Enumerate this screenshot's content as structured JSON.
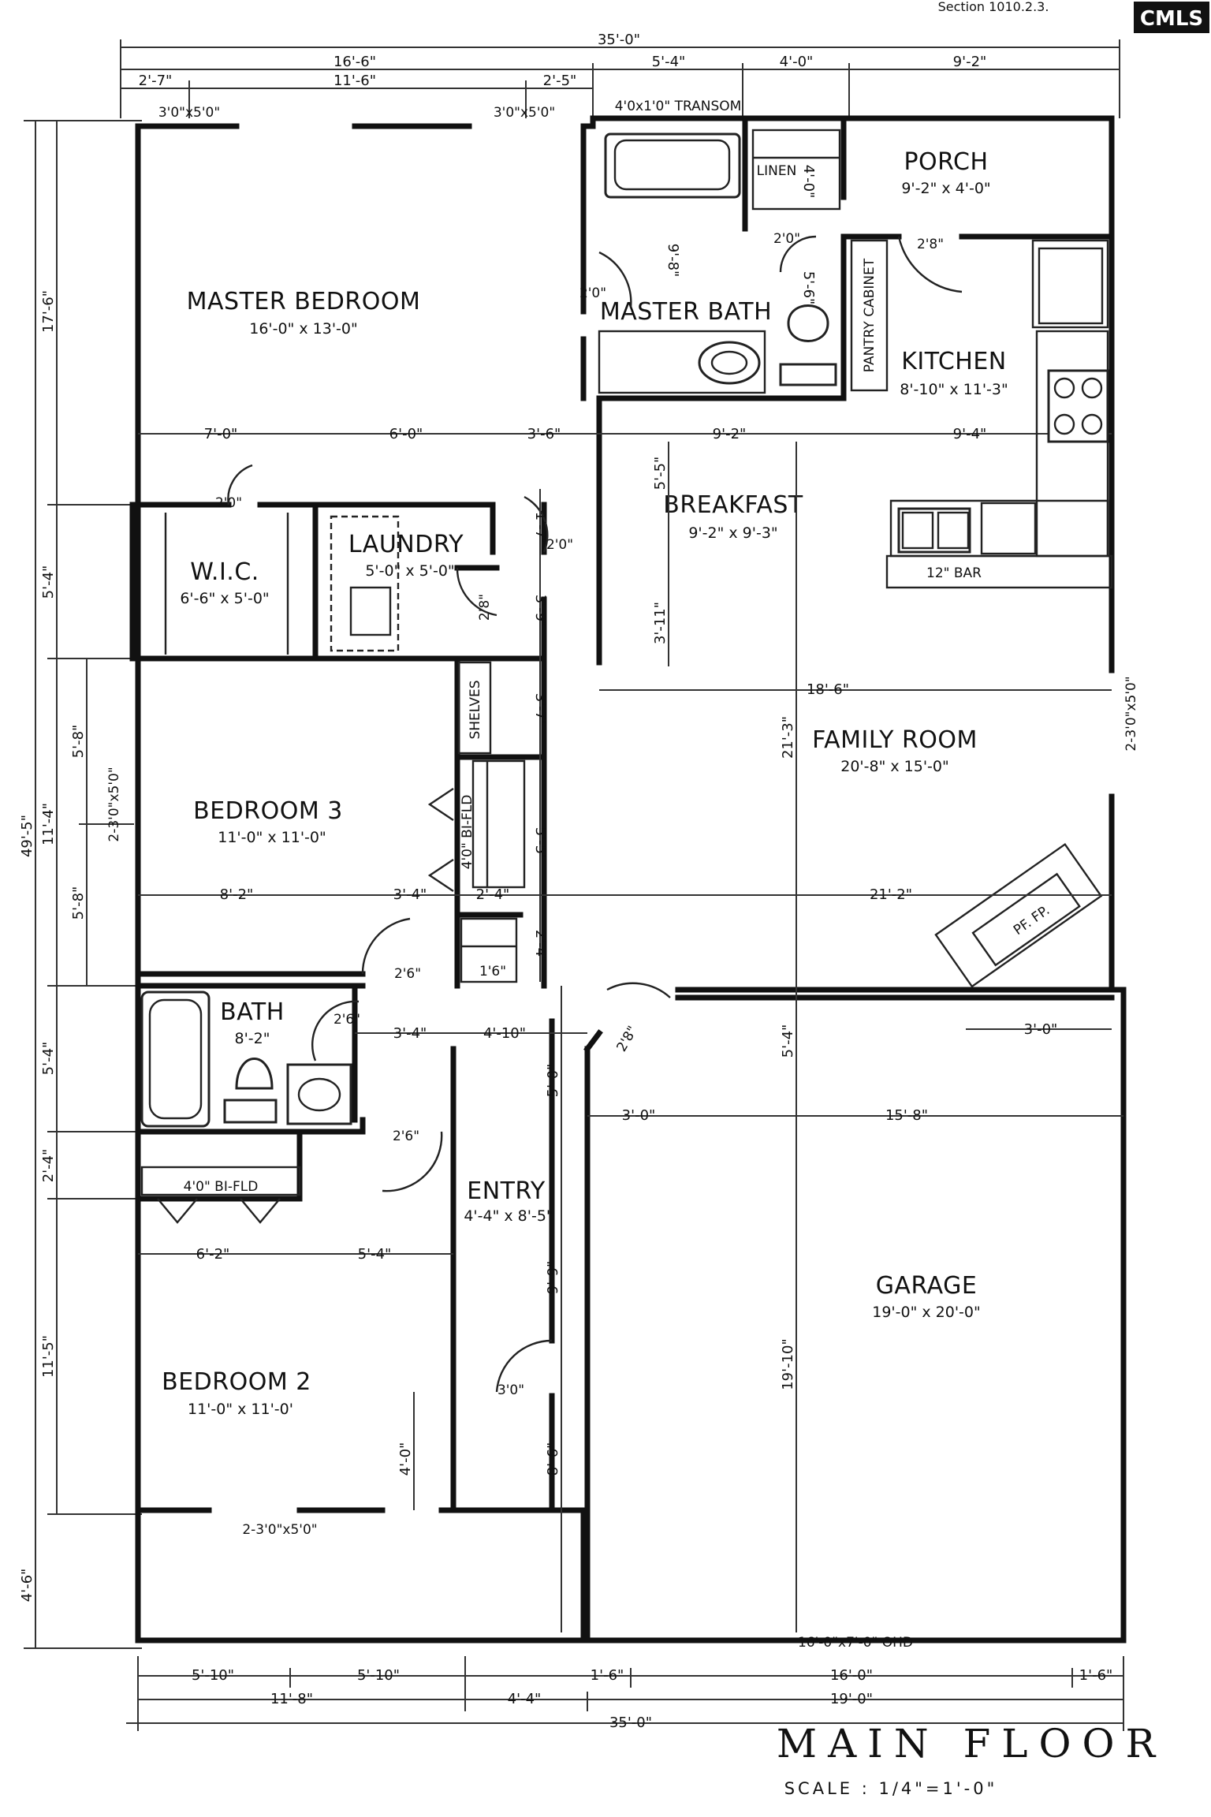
{
  "header": {
    "section": "Section 1010.2.3.",
    "logo": "CMLS"
  },
  "title": "MAIN FLOOR",
  "scale": "SCALE : 1/4\"=1'-0\"",
  "rooms": {
    "master_bedroom": {
      "name": "MASTER BEDROOM",
      "size": "16'-0\" x 13'-0\""
    },
    "master_bath": {
      "name": "MASTER BATH"
    },
    "linen": {
      "name": "LINEN"
    },
    "porch": {
      "name": "PORCH",
      "size": "9'-2\" x 4'-0\""
    },
    "kitchen": {
      "name": "KITCHEN",
      "size": "8'-10\" x 11'-3\""
    },
    "pantry": {
      "name": "PANTRY CABINET"
    },
    "breakfast": {
      "name": "BREAKFAST",
      "size": "9'-2\" x 9'-3\""
    },
    "wic": {
      "name": "W.I.C.",
      "size": "6'-6\" x 5'-0\""
    },
    "laundry": {
      "name": "LAUNDRY",
      "size": "5'-0\" x 5'-0\""
    },
    "family_room": {
      "name": "FAMILY ROOM",
      "size": "20'-8\" x 15'-0\""
    },
    "bedroom3": {
      "name": "BEDROOM 3",
      "size": "11'-0\" x 11'-0\""
    },
    "shelves": {
      "name": "SHELVES"
    },
    "bath": {
      "name": "BATH",
      "size": "8'-2\""
    },
    "entry": {
      "name": "ENTRY",
      "size": "4'-4\" x 8'-5\""
    },
    "garage": {
      "name": "GARAGE",
      "size": "19'-0\" x 20'-0\""
    },
    "bedroom2": {
      "name": "BEDROOM 2",
      "size": "11'-0\" x 11'-0'"
    },
    "fireplace": {
      "name": "PF. FP."
    }
  },
  "labels": {
    "transom": "4'0x1'0\" TRANSOM",
    "bar": "12\" BAR",
    "bifold_bed3": "4'0\" BI-FLD",
    "bifold_bed2": "4'0\" BI-FLD",
    "window_mb1": "3'0\"x5'0\"",
    "window_mb2": "3'0\"x5'0\"",
    "window_bed3": "2-3'0\"x5'0\"",
    "window_bed2": "2-3'0\"x5'0\"",
    "window_family": "2-3'0\"x5'0\"",
    "garage_door": "16'-0\"x7'-0\" OHD"
  },
  "doors": {
    "master_bath": "2'0\"",
    "linen": "2'0\"",
    "porch": "2'8\"",
    "wic": "2'0\"",
    "laundry": "2'0\"",
    "laundry_side": "2'8\"",
    "bed3": "2'6\"",
    "closet": "1'6\"",
    "bath": "2'6\"",
    "bed2": "2'6\"",
    "garage": "2'8\"",
    "entry": "3'0\""
  },
  "dims": {
    "top_total": "35'-0\"",
    "top_16_6": "16'-6\"",
    "top_5_4": "5'-4\"",
    "top_4_0": "4'-0\"",
    "top_9_2": "9'-2\"",
    "top_2_7": "2'-7\"",
    "top_11_6": "11'-6\"",
    "top_2_5": "2'-5\"",
    "left_total": "49'-5\"",
    "left_17_6": "17'-6\"",
    "left_5_4a": "5'-4\"",
    "left_5_8a": "5'-8\"",
    "left_11_4": "11'-4\"",
    "left_5_8b": "5'-8\"",
    "left_5_4b": "5'-4\"",
    "left_2_4": "2'-4\"",
    "left_11_5": "11'-5\"",
    "left_4_6": "4'-6\"",
    "mb_7_0": "7'-0\"",
    "mb_6_0": "6'-0\"",
    "mb_3_6": "3'-6\"",
    "mb_9_2": "9'-2\"",
    "mb_9_4": "9'-4\"",
    "v_9_8": "9'-8\"",
    "v_5_6": "5'-6\"",
    "v_4_0": "4'-0\"",
    "v_5_5": "5'-5\"",
    "v_3_11": "3'-11\"",
    "v_1_7": "1'-7\"",
    "v_3_9": "3'-9\"",
    "v_3_7": "3'-7\"",
    "v_5_5b": "5'-5\"",
    "v_2_4": "2'-4\"",
    "v_21_3": "21'-3\"",
    "h_18_6": "18'-6\"",
    "h_8_2": "8'-2\"",
    "h_3_4": "3'-4\"",
    "h_2_4": "2'-4\"",
    "h_21_2": "21'-2\"",
    "h_3_4b": "3'-4\"",
    "h_4_10": "4'-10\"",
    "v_5_0": "5'-0\"",
    "v_5_4": "5'-4\"",
    "h_3_0": "3'-0\"",
    "h_15_8": "15'-8\"",
    "h_3_0b": "3'-0\"",
    "h_6_2": "6'-2\"",
    "h_5_4": "5'-4\"",
    "v_9_9": "9'-9\"",
    "v_19_10": "19'-10\"",
    "v_4_0b": "4'-0\"",
    "v_8_6": "8'-6\"",
    "bot_5_10a": "5'-10\"",
    "bot_5_10b": "5'-10\"",
    "bot_1_6a": "1'-6\"",
    "bot_16_0": "16'-0\"",
    "bot_1_6b": "1'-6\"",
    "bot_11_8": "11'-8\"",
    "bot_4_4": "4'-4\"",
    "bot_19_0": "19'-0\"",
    "bot_total": "35'-0\""
  }
}
